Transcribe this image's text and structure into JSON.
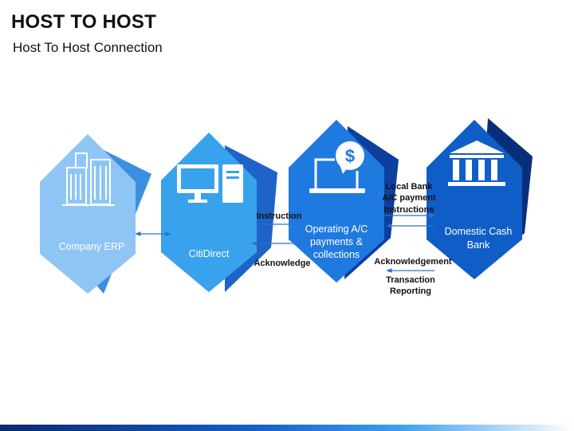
{
  "header": {
    "title": "HOST TO HOST",
    "subtitle": "Host To Host Connection"
  },
  "nodes": [
    {
      "id": "company-erp",
      "label": "Company ERP",
      "icon": "buildings-icon",
      "fill": "#8ec5f5",
      "shadow": "#3b8fe0"
    },
    {
      "id": "citidirect",
      "label": "CitiDirect",
      "icon": "desktop-computer-icon",
      "fill": "#39a2ec",
      "shadow": "#1e63c8"
    },
    {
      "id": "operating-ac",
      "label_lines": [
        "Operating A/C",
        "payments &",
        "collections"
      ],
      "icon": "laptop-dollar-icon",
      "fill": "#1f7ae0",
      "shadow": "#0d3f9e"
    },
    {
      "id": "domestic-bank",
      "label_lines": [
        "Domestic Cash",
        "Bank"
      ],
      "icon": "bank-icon",
      "fill": "#0f5ec8",
      "shadow": "#0a2f7a"
    }
  ],
  "flows": {
    "instruction": "Instruction",
    "acknowledge": "Acknowledge",
    "local_bank_lines": [
      "Local Bank",
      "A/C payment",
      "Instructions"
    ],
    "acknowledgement": "Acknowledgement",
    "transaction_lines": [
      "Transaction",
      "Reporting"
    ]
  },
  "colors": {
    "arrow": "#2c73c9",
    "label_text": "#111111"
  }
}
